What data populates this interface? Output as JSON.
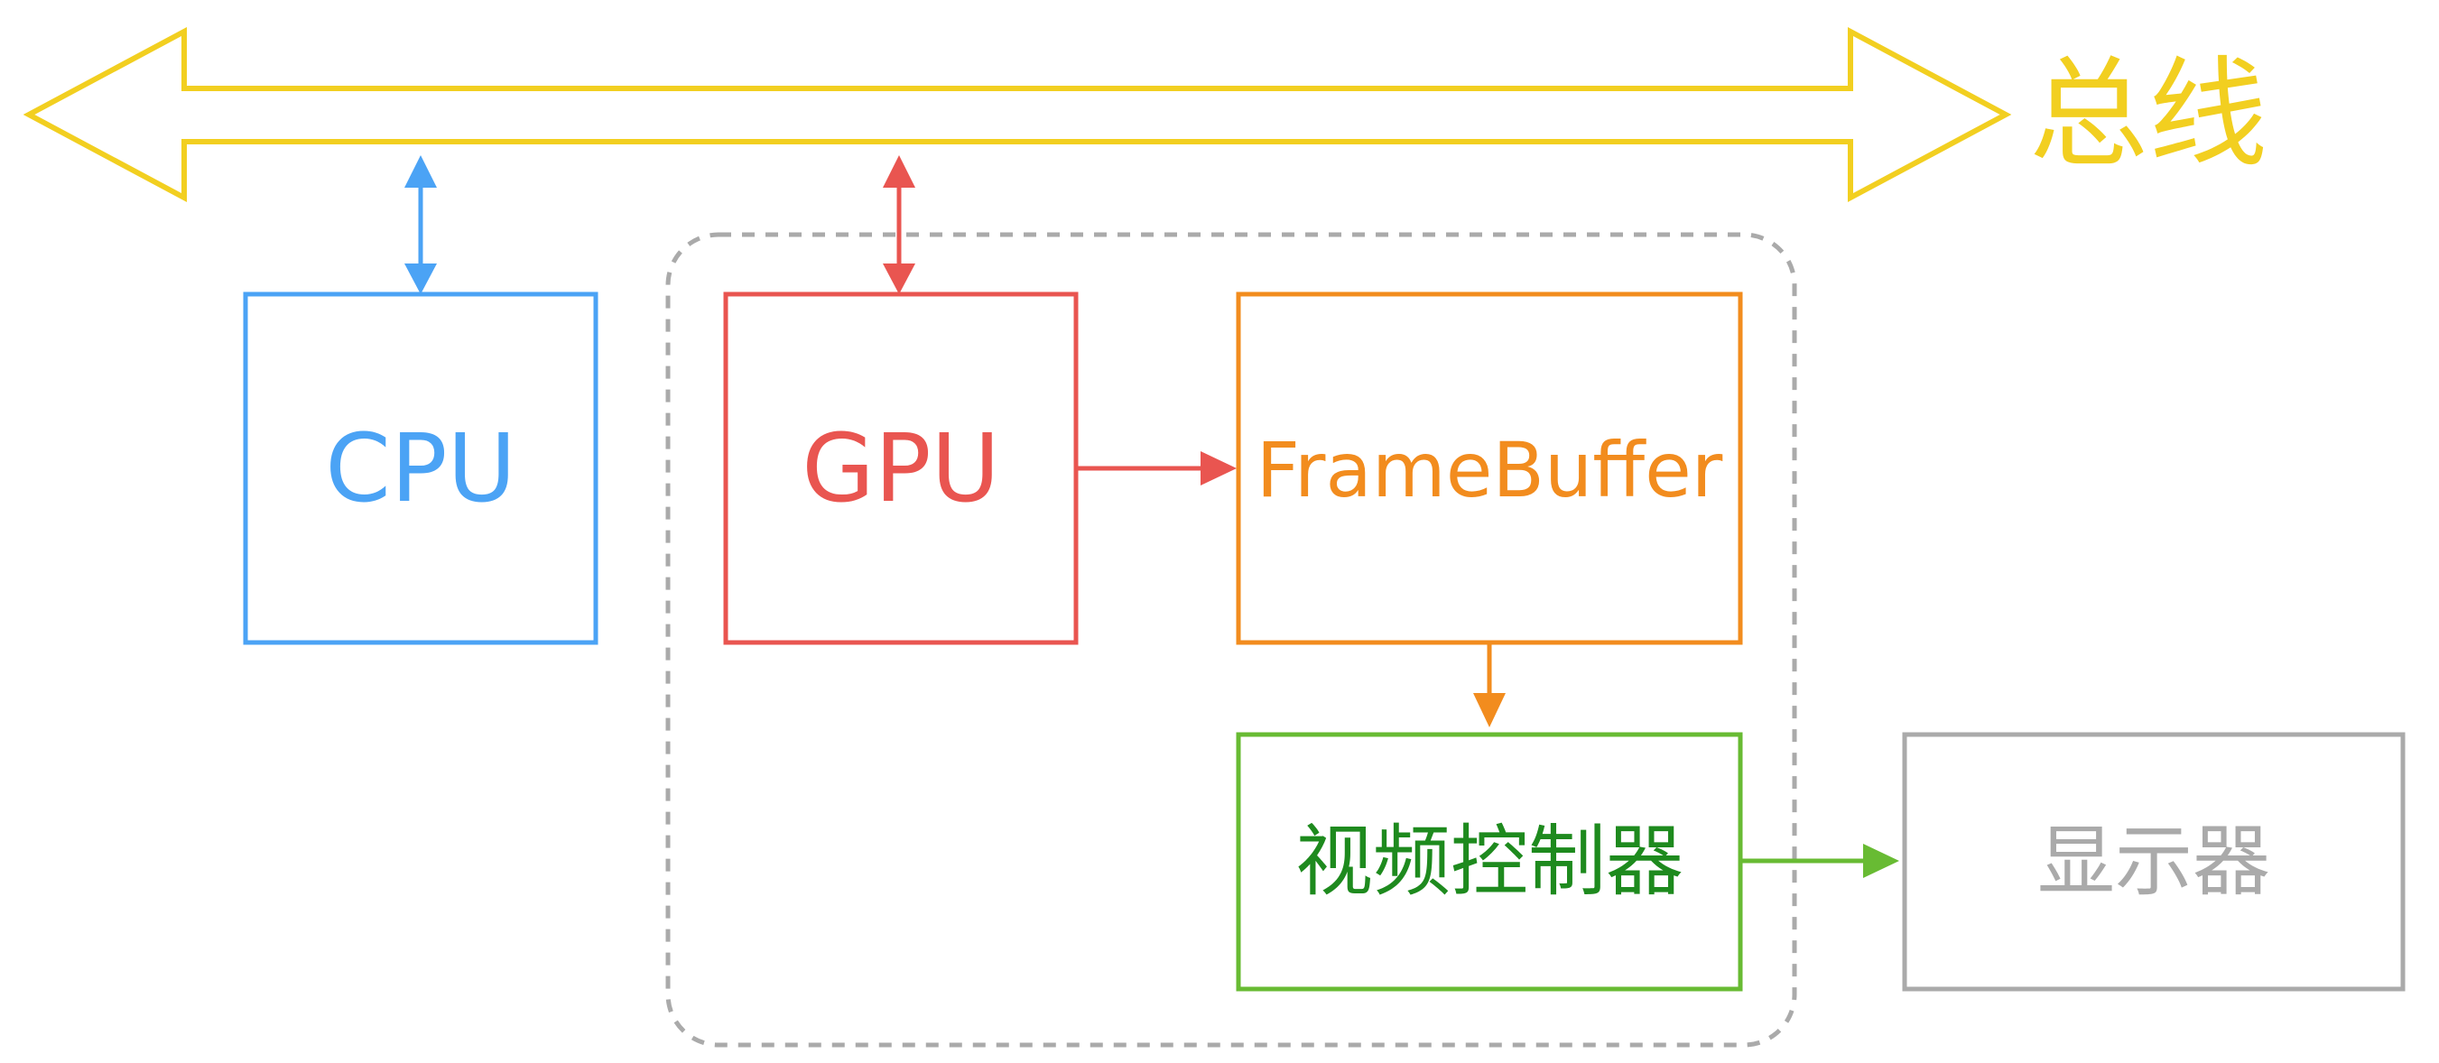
{
  "bus": {
    "label": "总线",
    "color": "#f2cf20"
  },
  "nodes": {
    "cpu": {
      "label": "CPU",
      "color": "#4ba3f5"
    },
    "gpu": {
      "label": "GPU",
      "color": "#e95550"
    },
    "framebuffer": {
      "label": "FrameBuffer",
      "color": "#f28c1e"
    },
    "video_controller": {
      "label": "视频控制器",
      "box_color": "#68bb33",
      "text_color": "#1e8a1e"
    },
    "display": {
      "label": "显示器",
      "color": "#aaaaaa"
    }
  },
  "group": {
    "color": "#aaaaaa"
  }
}
